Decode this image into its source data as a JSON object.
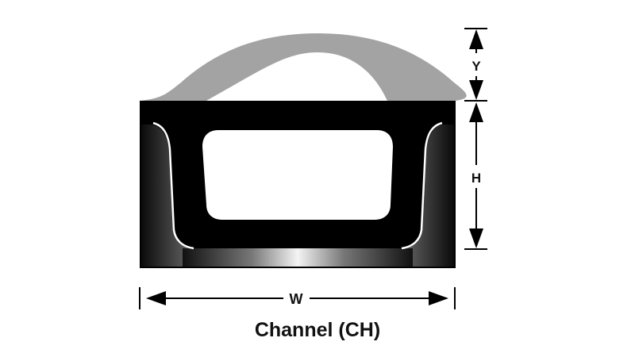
{
  "diagram": {
    "profile_name": "Channel",
    "profile_code": "CH",
    "caption": "Channel (CH)",
    "dimensions": {
      "width_label": "W",
      "height_label": "H",
      "bulb_height_label": "Y"
    },
    "colors": {
      "body": "#000000",
      "bulb": "#a3a3a3",
      "highlight": "#ffffff",
      "background": "#ffffff"
    }
  }
}
